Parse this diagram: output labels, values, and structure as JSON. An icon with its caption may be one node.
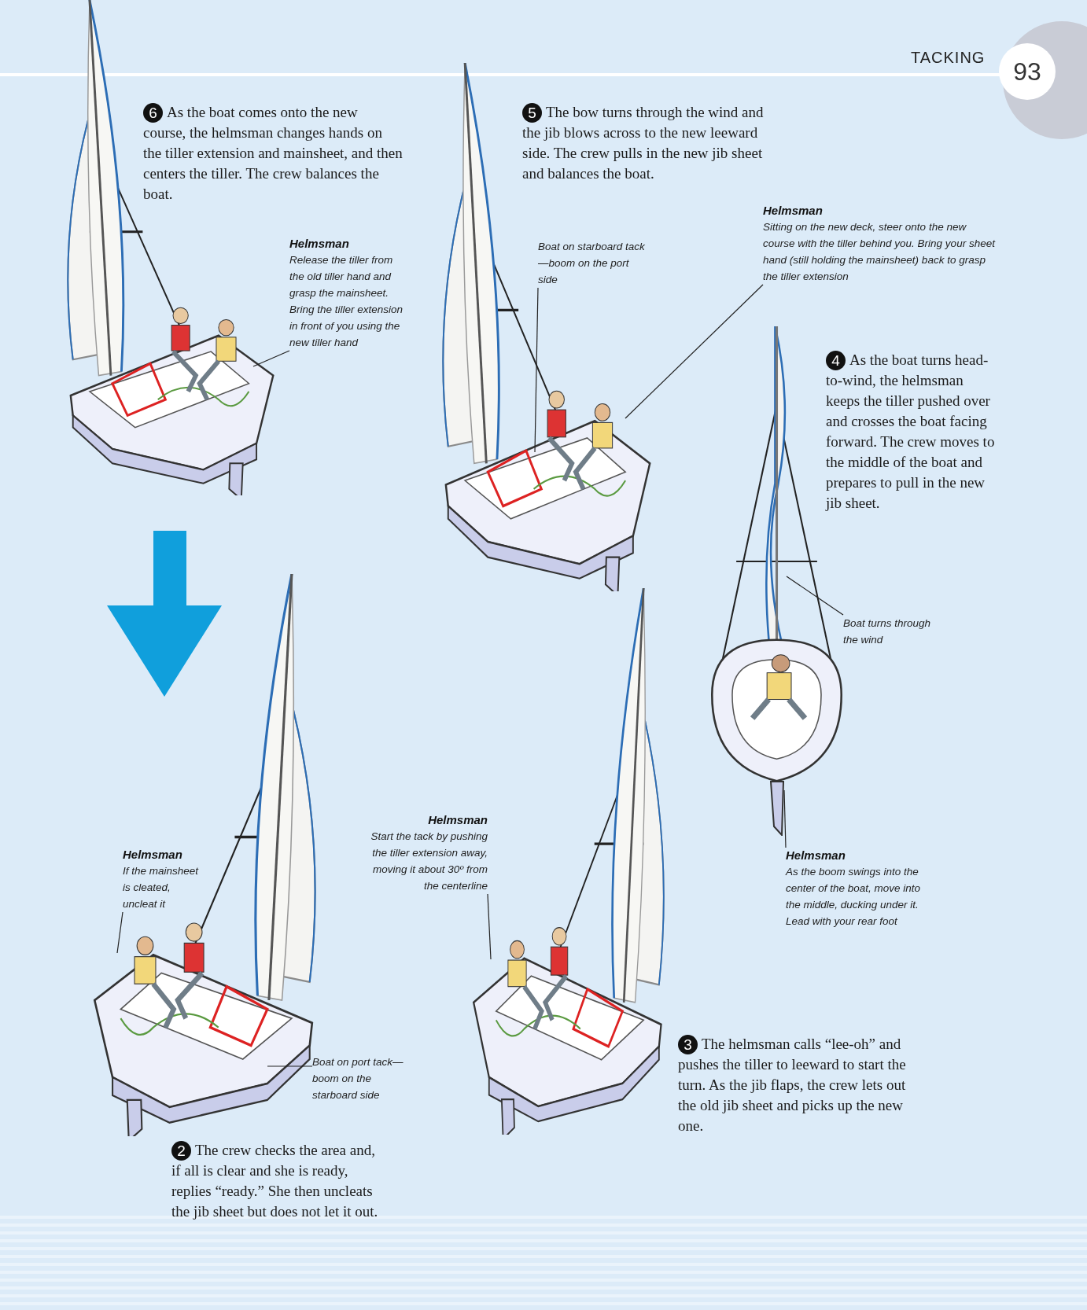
{
  "diagram": {
    "nodes": [
      {
        "text": [
          "Helmsman",
          "Release the tiller from the old tiller hand and grasp the mainsheet. Bring the tiller extension in front of you using the new tiller hand"
        ]
      },
      {
        "text": [
          "Boat on starboard tack—boom on the port side"
        ]
      },
      {
        "text": [
          "Helmsman",
          "Sitting on the new deck, steer onto the new course with the tiller behind you. Bring your sheet hand (still holding the mainsheet) back to grasp the tiller extension"
        ]
      },
      {
        "text": [
          "Boat turns through the wind"
        ]
      },
      {
        "text": [
          "Helmsman",
          "As the boom swings into the center of the boat, move into the middle, ducking under it. Lead with your rear foot"
        ]
      },
      {
        "text": [
          "Helmsman",
          "Start the tack by pushing the tiller extension away, moving it about 30º from the centerline"
        ]
      },
      {
        "text": [
          "Helmsman",
          "If the mainsheet is cleated, uncleat it"
        ]
      },
      {
        "text": [
          "Boat on port tack—boom on the starboard side"
        ]
      },
      {
        "text": [],
        "shape": "bar"
      }
    ],
    "edges": [
      {
        "from": 0,
        "to": null,
        "arrow": "none"
      },
      {
        "from": 1,
        "to": null,
        "arrow": "none"
      },
      {
        "from": 2,
        "to": null,
        "arrow": "none"
      },
      {
        "from": 3,
        "to": null,
        "arrow": "none"
      },
      {
        "from": 4,
        "to": 8,
        "arrow": "none"
      },
      {
        "from": 5,
        "to": null,
        "arrow": "none"
      },
      {
        "from": 6,
        "to": null,
        "arrow": "none"
      },
      {
        "from": 7,
        "to": null,
        "arrow": "none"
      }
    ],
    "labels": [
      "TACKING",
      "93",
      "6",
      "As the boat comes onto the new course, the helmsman changes hands on the tiller extension and mainsheet, and then centers the tiller. The crew balances the boat.",
      "5",
      "The bow turns through the wind and the jib blows across to the new leeward side. The crew pulls in the new jib sheet and balances the boat.",
      "4",
      "As the boat turns head-to-wind, the helmsman keeps the tiller pushed over and crosses the boat facing forward. The crew moves to the middle of the boat and prepares to pull in the new jib sheet.",
      "3",
      "The helmsman calls “lee-oh” and pushes the tiller to leeward to start the turn. As the jib flaps, the crew lets out the old jib sheet and picks up the new one.",
      "2",
      "The crew checks the area and, if all is clear and she is ready, replies “ready.” She then uncleats the jib sheet but does not let it out."
    ]
  }
}
